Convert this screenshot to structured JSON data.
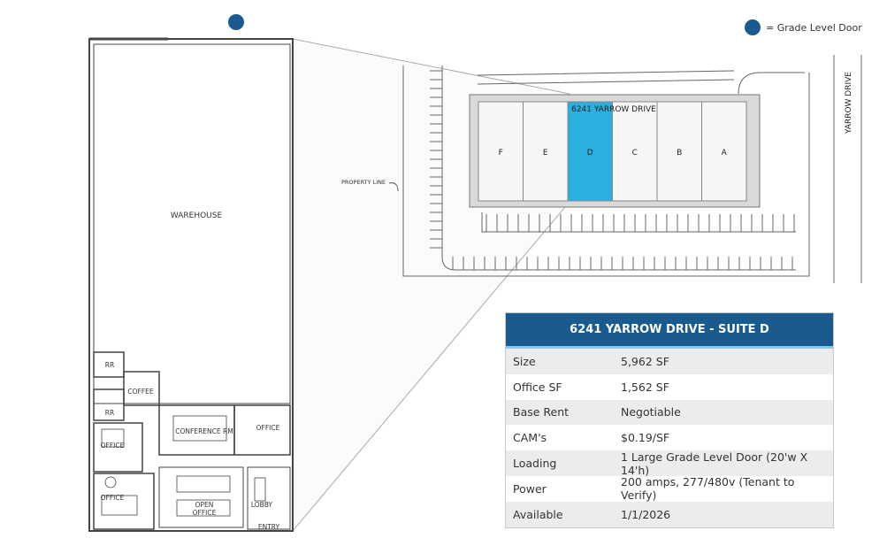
{
  "legend": {
    "label": "= Grade Level Door",
    "color": "#1a5a8f"
  },
  "floor_plan": {
    "rooms": {
      "warehouse": "WAREHOUSE",
      "rr_top": "RR",
      "coffee": "COFFEE",
      "rr_bottom": "RR",
      "conference": "CONFERENCE RM",
      "office_right": "OFFICE",
      "office_left_top": "OFFICE",
      "office_left_bottom": "OFFICE",
      "open_office": "OPEN\nOFFICE",
      "lobby": "LOBBY",
      "entry": "ENTRY"
    }
  },
  "site_plan": {
    "building_label": "6241 YARROW DRIVE",
    "street_label": "YARROW DRIVE",
    "property_line": "PROPERTY LINE",
    "suites": [
      "F",
      "E",
      "D",
      "C",
      "B",
      "A"
    ],
    "highlighted_suite": "D",
    "highlight_color": "#2ab0de"
  },
  "specs": {
    "title": "6241 YARROW DRIVE - SUITE D",
    "rows": [
      {
        "label": "Size",
        "value": "5,962 SF"
      },
      {
        "label": "Office SF",
        "value": "1,562 SF"
      },
      {
        "label": "Base Rent",
        "value": "Negotiable"
      },
      {
        "label": "CAM's",
        "value": "$0.19/SF"
      },
      {
        "label": "Loading",
        "value": "1 Large Grade Level Door (20'w X 14'h)"
      },
      {
        "label": "Power",
        "value": "200 amps, 277/480v (Tenant to Verify)"
      },
      {
        "label": "Available",
        "value": "1/1/2026"
      }
    ]
  }
}
